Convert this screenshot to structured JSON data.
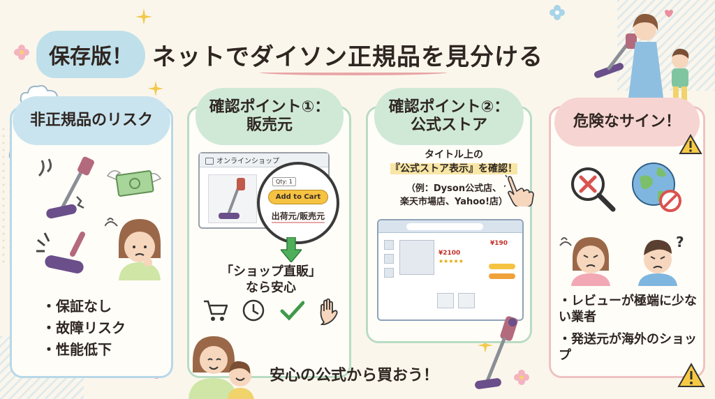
{
  "title": {
    "badge": "保存版！",
    "main": "ネットでダイソン正規品を見分ける"
  },
  "cards": [
    {
      "header": "非正規品のリスク",
      "bullets": [
        "保証なし",
        "故障リスク",
        "性能低下"
      ]
    },
    {
      "header_line1": "確認ポイント①：",
      "header_line2": "販売元",
      "shop_window_title": "オンラインショップ",
      "qty_label": "Qty: 1",
      "add_to_cart": "Add to Cart",
      "seller_label": "出荷元/販売元",
      "direct_line1": "「ショップ直販」",
      "direct_line2": "なら安心"
    },
    {
      "header_line1": "確認ポイント②：",
      "header_line2": "公式ストア",
      "note_line1": "タイトル上の",
      "note_line2": "『公式ストア表示』を確認！",
      "example_line1": "（例：Dyson公式店、",
      "example_line2": "楽天市場店、Yahoo!店）",
      "price_left": "¥2100",
      "price_right": "¥190"
    },
    {
      "header": "危険なサイン！",
      "bullets": [
        "レビューが極端に少ない業者",
        "発送元が海外のショップ"
      ]
    }
  ],
  "bottom_message": "安心の公式から買おう！",
  "colors": {
    "card1_border": "#b7d8e8",
    "card2_border": "#b9dcc4",
    "card3_border": "#b9dcc4",
    "card4_border": "#efc2c2",
    "accent_yellow": "#f5c242",
    "accent_green": "#3f9a4a",
    "accent_red": "#d9534f"
  }
}
